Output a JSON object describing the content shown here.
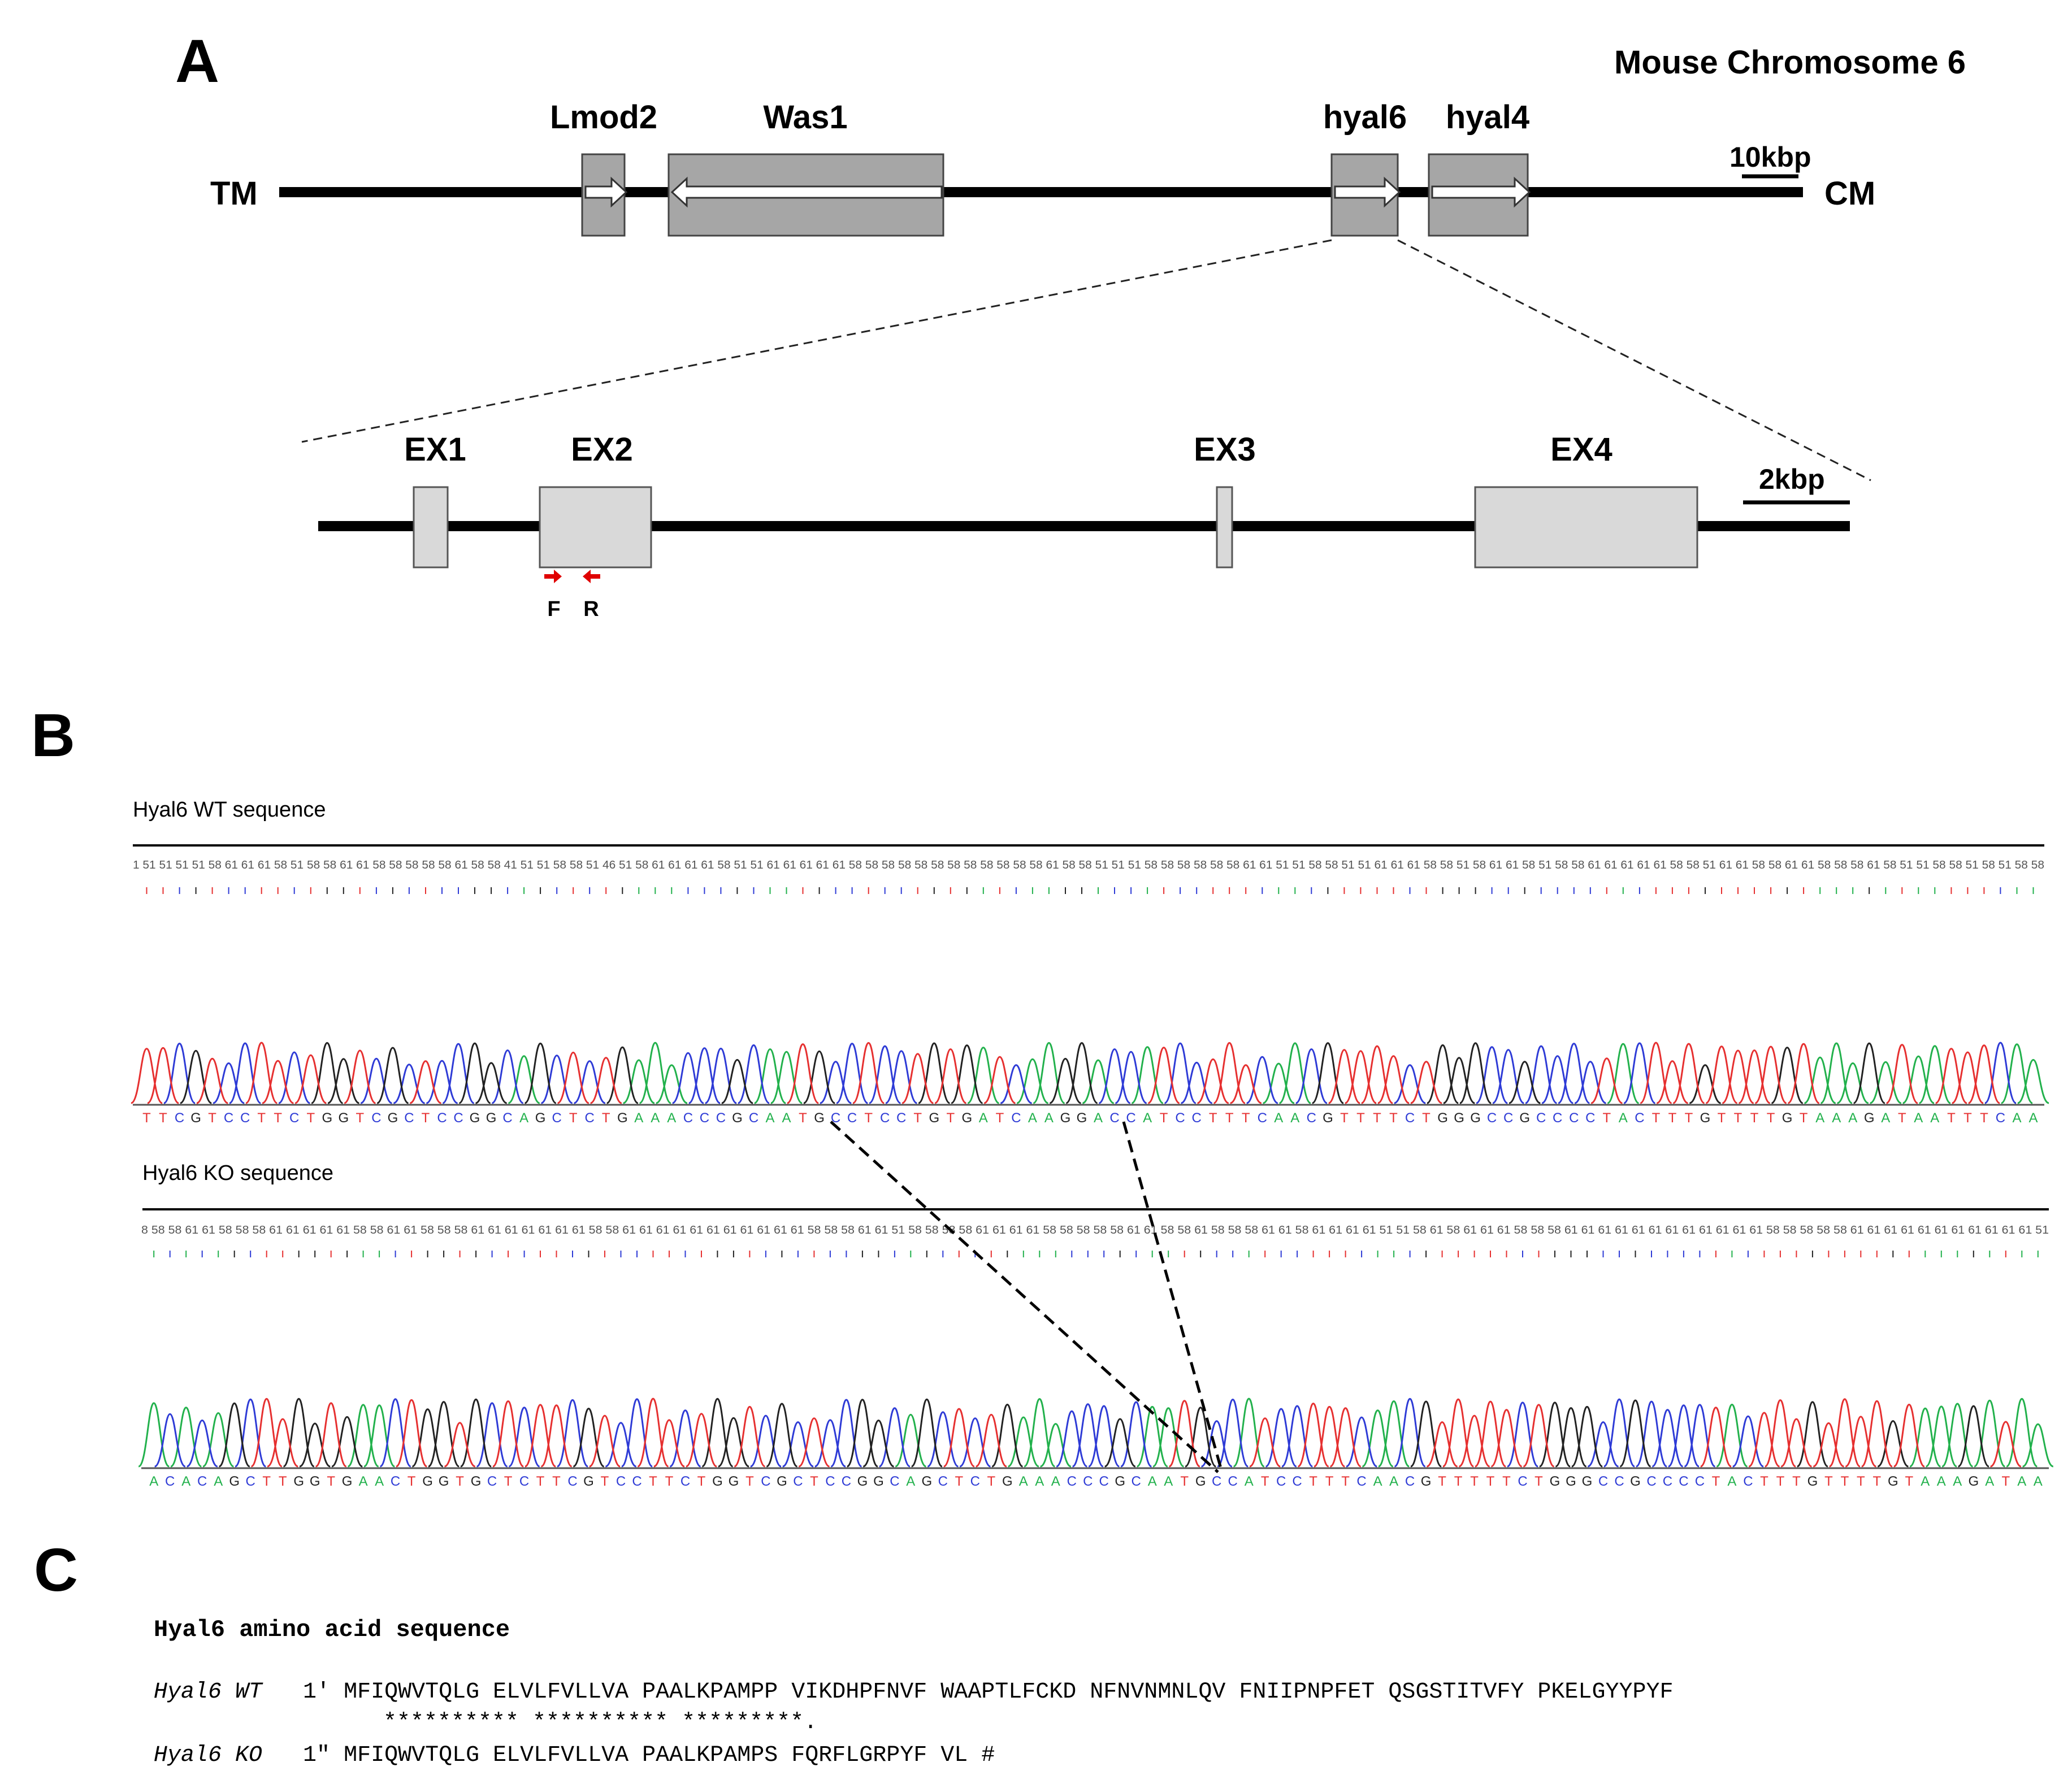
{
  "panel_a": {
    "letter": "A",
    "chromosome_title": "Mouse Chromosome 6",
    "left_end": "TM",
    "right_end": "CM",
    "scale_top": "10kbp",
    "genes": [
      {
        "name": "Lmod2",
        "direction": "right"
      },
      {
        "name": "Was1",
        "direction": "left"
      },
      {
        "name": "hyal6",
        "direction": "right"
      },
      {
        "name": "hyal4",
        "direction": "right"
      }
    ],
    "exons": [
      "EX1",
      "EX2",
      "EX3",
      "EX4"
    ],
    "scale_bottom": "2kbp",
    "primer_f": "F",
    "primer_r": "R",
    "colors": {
      "gene_box": "#a6a6a6",
      "exon_box": "#d9d9d9",
      "primer": "#e00000"
    }
  },
  "panel_b": {
    "letter": "B",
    "wt_label": "Hyal6 WT sequence",
    "ko_label": "Hyal6 KO sequence",
    "wt_bases": "TTCGTCCTTCTGGTCGCTCCGGCAGCTCTGAAACCCGCAATGCCTCCTGTGATCAAGGACCATCCTTTCAACGTTTTCTGGGCCGCCCCTACTTTGTTTTGTAAAGATAATTTCAA",
    "ko_bases": "ACACAGCTTGGTGAACTGGTGCTCTTCGTCCTTCTGGTCGCTCCGGCAGCTCTGAAACCCGCAATGCCATCCTTTCAACGTTTTTCTGGGCCGCCCCTACTTTGTTTTGTAAAGATAA",
    "wt_quality": "1 51 51 51 51 58 61 61 61 58 51 58 58 61 61 58 58 58 58 58 61 58 58 41 51 51 58 58 51 46 51 58 61 61 61 61 58 51 51 61 61 61 61 61 58 58 58 58 58 58 58 58 58 58 58 58 61 58 58 51 51 51 58 58 58 58 58 58 61 61 51 51 58 58 51 51 61 61 61 58 58 51 58 61 61 58 51 58 58 61 61 61 61 61 58 58 51 61 61 58 58 61 61 58 58 58 61 58 51 51 58 58 51 58 51 58 58",
    "ko_quality": "8 58 58 61 61 58 58 58 61 61 61 61 61 58 58 61 61 58 58 58 61 61 61 61 61 61 61 58 58 61 61 61 61 61 61 61 61 61 61 61 58 58 58 61 61 51 58 58 58 58 61 61 61 61 58 58 58 58 58 61 61 58 58 61 58 58 58 61 61 58 61 61 61 61 51 51 58 61 58 61 61 61 58 58 58 61 61 61 61 61 61 61 61 61 61 61 61 58 58 58 58 58 61 61 61 61 61 61 61 61 61 61 61 51",
    "colors": {
      "A": "#22b14c",
      "C": "#2e3bd6",
      "G": "#222222",
      "T": "#e63030"
    }
  },
  "panel_c": {
    "letter": "C",
    "title": "Hyal6 amino acid sequence",
    "wt_name": "Hyal6 WT",
    "wt_num": "1'",
    "wt_seq": "MFIQWVTQLG ELVLFVLLVA PAALKPAMPP VIKDHPFNVF WAAPTLFCKD NFNVNMNLQV FNIIPNPFET QSGSTITVFY PKELGYYPYF",
    "stars": "********** ********** *********.",
    "ko_name": "Hyal6 KO",
    "ko_num": "1\"",
    "ko_seq": "MFIQWVTQLG ELVLFVLLVA PAALKPAMPS FQRFLGRPYF VL #"
  }
}
